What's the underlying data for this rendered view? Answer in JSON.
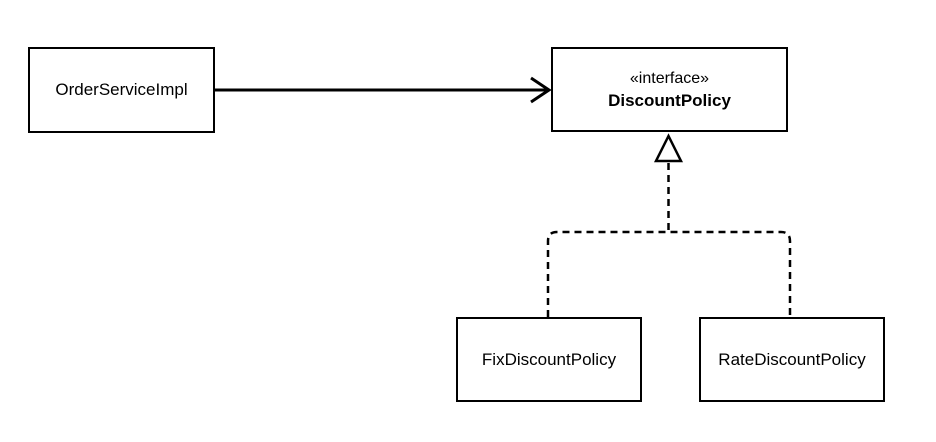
{
  "diagram": {
    "type": "uml-class-diagram",
    "background_color": "#ffffff",
    "line_color": "#000000",
    "nodes": {
      "order_service_impl": {
        "label": "OrderServiceImpl",
        "kind": "class"
      },
      "discount_policy": {
        "stereotype": "«interface»",
        "label": "DiscountPolicy",
        "kind": "interface"
      },
      "fix_discount_policy": {
        "label": "FixDiscountPolicy",
        "kind": "class"
      },
      "rate_discount_policy": {
        "label": "RateDiscountPolicy",
        "kind": "class"
      }
    },
    "edges": [
      {
        "from": "OrderServiceImpl",
        "to": "DiscountPolicy",
        "type": "association",
        "line": "solid",
        "head": "open-arrow"
      },
      {
        "from": "FixDiscountPolicy",
        "to": "DiscountPolicy",
        "type": "realization",
        "line": "dashed",
        "head": "hollow-triangle"
      },
      {
        "from": "RateDiscountPolicy",
        "to": "DiscountPolicy",
        "type": "realization",
        "line": "dashed",
        "head": "hollow-triangle"
      }
    ]
  }
}
